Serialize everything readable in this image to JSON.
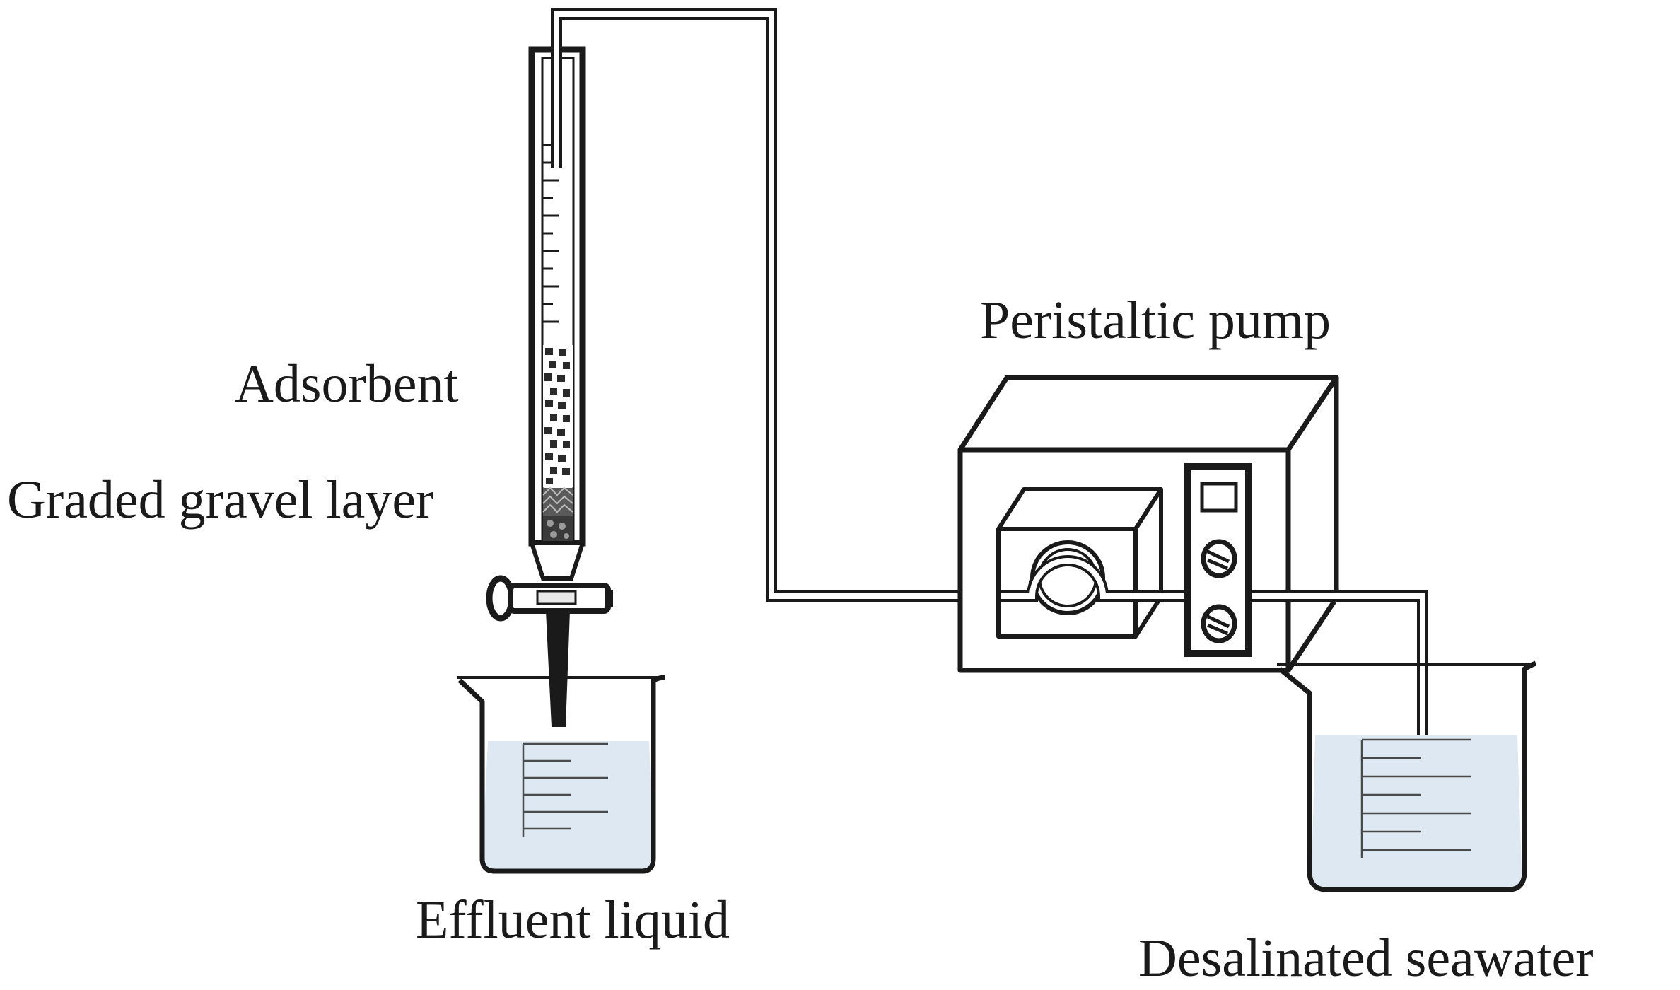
{
  "labels": {
    "adsorbent": "Adsorbent",
    "graded_gravel_layer": "Graded gravel layer",
    "peristaltic_pump": "Peristaltic pump",
    "effluent_liquid": "Effluent liquid",
    "desalinated_seawater": "Desalinated seawater"
  },
  "colors": {
    "line": "#1a1a1a",
    "water": "#dde8f3",
    "water_surface": "#c9d8ea",
    "background": "#ffffff"
  }
}
